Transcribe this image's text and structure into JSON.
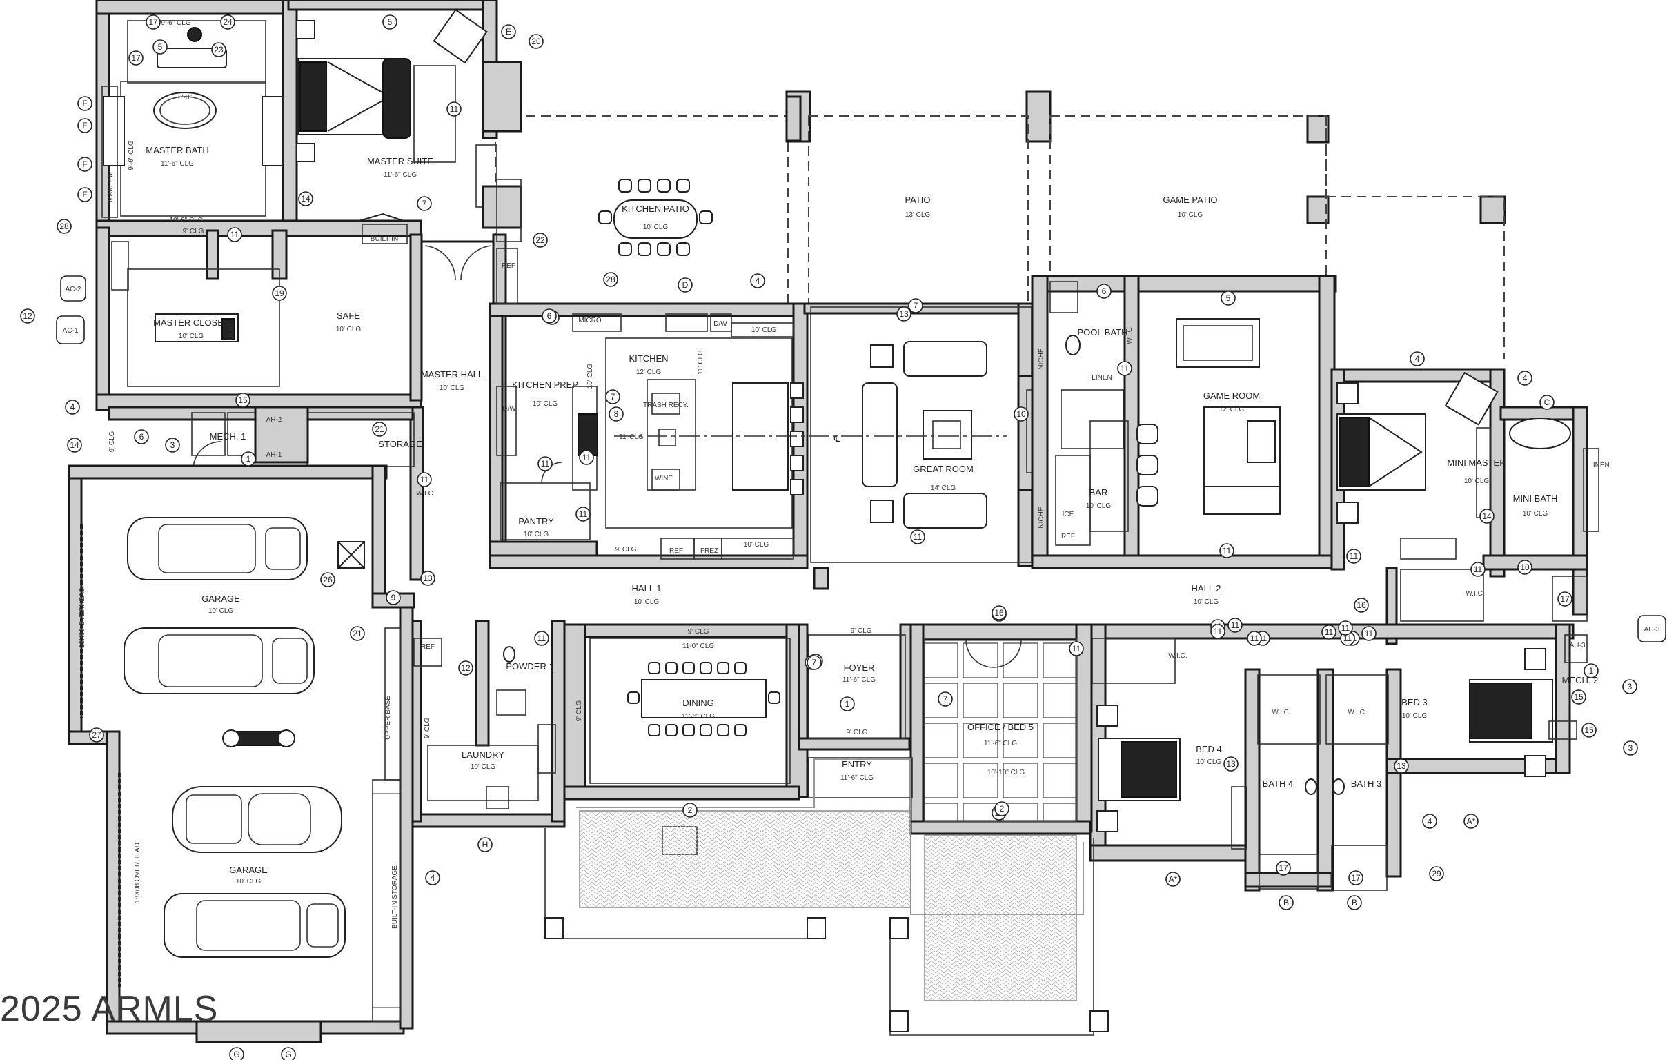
{
  "watermark": "2025 ARMLS",
  "rooms": [
    {
      "id": "master-bath",
      "name": "MASTER BATH",
      "sub": "11'-6\" CLG"
    },
    {
      "id": "master-suite",
      "name": "MASTER SUITE",
      "sub": "11'-6\" CLG"
    },
    {
      "id": "master-closet",
      "name": "MASTER CLOSET",
      "sub": "10' CLG"
    },
    {
      "id": "safe",
      "name": "SAFE",
      "sub": "10' CLG"
    },
    {
      "id": "master-hall",
      "name": "MASTER HALL",
      "sub": "10' CLG"
    },
    {
      "id": "mech-1",
      "name": "MECH. 1",
      "sub": ""
    },
    {
      "id": "storage",
      "name": "STORAGE",
      "sub": ""
    },
    {
      "id": "kitchen-patio",
      "name": "KITCHEN PATIO",
      "sub": "10' CLG"
    },
    {
      "id": "patio",
      "name": "PATIO",
      "sub": "13' CLG"
    },
    {
      "id": "game-patio",
      "name": "GAME PATIO",
      "sub": "10' CLG"
    },
    {
      "id": "kitchen-prep",
      "name": "KITCHEN PREP",
      "sub": "10' CLG"
    },
    {
      "id": "kitchen",
      "name": "KITCHEN",
      "sub": "12' CLG"
    },
    {
      "id": "great-room",
      "name": "GREAT ROOM",
      "sub": "14' CLG"
    },
    {
      "id": "pool-bath",
      "name": "POOL BATH",
      "sub": ""
    },
    {
      "id": "bar",
      "name": "BAR",
      "sub": "10' CLG"
    },
    {
      "id": "game-room",
      "name": "GAME ROOM",
      "sub": "12' CLG"
    },
    {
      "id": "mini-master",
      "name": "MINI MASTER",
      "sub": "10' CLG"
    },
    {
      "id": "mini-bath",
      "name": "MINI BATH",
      "sub": "10' CLG"
    },
    {
      "id": "pantry",
      "name": "PANTRY",
      "sub": "10' CLG"
    },
    {
      "id": "garage-1",
      "name": "GARAGE",
      "sub": "10' CLG"
    },
    {
      "id": "hall-1",
      "name": "HALL 1",
      "sub": "10' CLG"
    },
    {
      "id": "hall-2",
      "name": "HALL 2",
      "sub": "10' CLG"
    },
    {
      "id": "powder-1",
      "name": "POWDER 1",
      "sub": ""
    },
    {
      "id": "dining",
      "name": "DINING",
      "sub": "11'-6\" CLG"
    },
    {
      "id": "foyer",
      "name": "FOYER",
      "sub": "11'-6\" CLG"
    },
    {
      "id": "office",
      "name": "OFFICE / BED 5",
      "sub": "11'-6\" CLG"
    },
    {
      "id": "laundry",
      "name": "LAUNDRY",
      "sub": "10' CLG"
    },
    {
      "id": "entry",
      "name": "ENTRY",
      "sub": "11'-6\" CLG"
    },
    {
      "id": "bed-4",
      "name": "BED 4",
      "sub": "10' CLG"
    },
    {
      "id": "bath-4",
      "name": "BATH 4",
      "sub": ""
    },
    {
      "id": "bath-3",
      "name": "BATH 3",
      "sub": ""
    },
    {
      "id": "bed-3",
      "name": "BED 3",
      "sub": "10' CLG"
    },
    {
      "id": "mech-2",
      "name": "MECH. 2",
      "sub": ""
    },
    {
      "id": "garage-2",
      "name": "GARAGE",
      "sub": "10' CLG"
    }
  ],
  "notes": {
    "overhead_1": "18X08 OVERHEAD",
    "overhead_2": "18X08 OVERHEAD",
    "builtin_storage": "BUILT-IN STORAGE",
    "upper_base": "UPPER BASE",
    "built_in": "BUILT-IN",
    "makeup": "MAKE-UP",
    "linen_1": "LINEN",
    "linen_2": "LINEN",
    "niche_1": "NICHE",
    "niche_2": "NICHE",
    "wic_1": "W.I.C.",
    "wic_2": "W.I.C.",
    "wic_3": "W.I.C.",
    "wic_4": "W.I.C.",
    "wic_5": "W.I.C.",
    "wic_6": "W.I.C.",
    "micro": "MICRO",
    "dw_1": "D/W",
    "dw_2": "D/W",
    "ref_1": "REF",
    "ref_2": "REF",
    "ref_3": "REF",
    "frez": "FREZ",
    "ref_4": "REF",
    "wine": "WINE",
    "trash": "TRASH RECY.",
    "ice": "ICE",
    "ah2": "AH-2",
    "ah1": "AH-1",
    "ah3": "AH-3",
    "ac2": "AC-2",
    "ac1": "AC-1",
    "ac3": "AC-3",
    "seat": "SEAT",
    "centerline": "℄",
    "clg_kitchen_top": "10' CLG",
    "clg_kitchen_left": "10' CLG",
    "clg_kitchen_mid": "11' CLG",
    "clg_kitchen_bot": "10' CLG",
    "clg_dining_top": "9' CLG",
    "clg_dining_mid": "11-0\" CLG",
    "clg_foyer_top": "9' CLG",
    "clg_foyer_bot": "9' CLG",
    "clg_office_bot": "10'-10\" CLG",
    "clg_pantry_right": "9' CLG",
    "clg_bath_top": "9'-6\" CLG",
    "clg_bath_bot": "10'-6\" CLG",
    "clg_bath_left": "9'-6\" CLG",
    "clg_closet_top": "9' CLG",
    "clg_garage_top": "9' CLG",
    "clg_laundry_left": "9' CLG",
    "clg_dining_left": "9' CLG",
    "clg_kitchen_vert": "11' CLG",
    "bath_top_dim": "6'-0\""
  },
  "tags": [
    "17",
    "24",
    "17",
    "5",
    "23",
    "5",
    "11",
    "14",
    "7",
    "20",
    "E",
    "F",
    "F",
    "F",
    "F",
    "28",
    "12",
    "11",
    "19",
    "4",
    "15",
    "3",
    "1",
    "21",
    "14",
    "6",
    "8",
    "11",
    "11",
    "26",
    "13",
    "9",
    "21",
    "12",
    "11",
    "11",
    "7",
    "7",
    "22",
    "28",
    "D",
    "6",
    "4",
    "8",
    "13",
    "11",
    "11",
    "7",
    "7",
    "12",
    "1",
    "2",
    "H",
    "4",
    "10",
    "6",
    "11",
    "5",
    "11",
    "15",
    "4",
    "4",
    "C",
    "14",
    "10",
    "11",
    "11",
    "16",
    "16",
    "11",
    "11",
    "11",
    "17",
    "1",
    "15",
    "3",
    "3",
    "13",
    "13",
    "17",
    "17",
    "B",
    "B",
    "29",
    "4",
    "A*",
    "A*",
    "2",
    "7",
    "7",
    "11",
    "11",
    "11",
    "11",
    "G",
    "G",
    "27",
    "16",
    "11",
    "11",
    "11",
    "11"
  ]
}
